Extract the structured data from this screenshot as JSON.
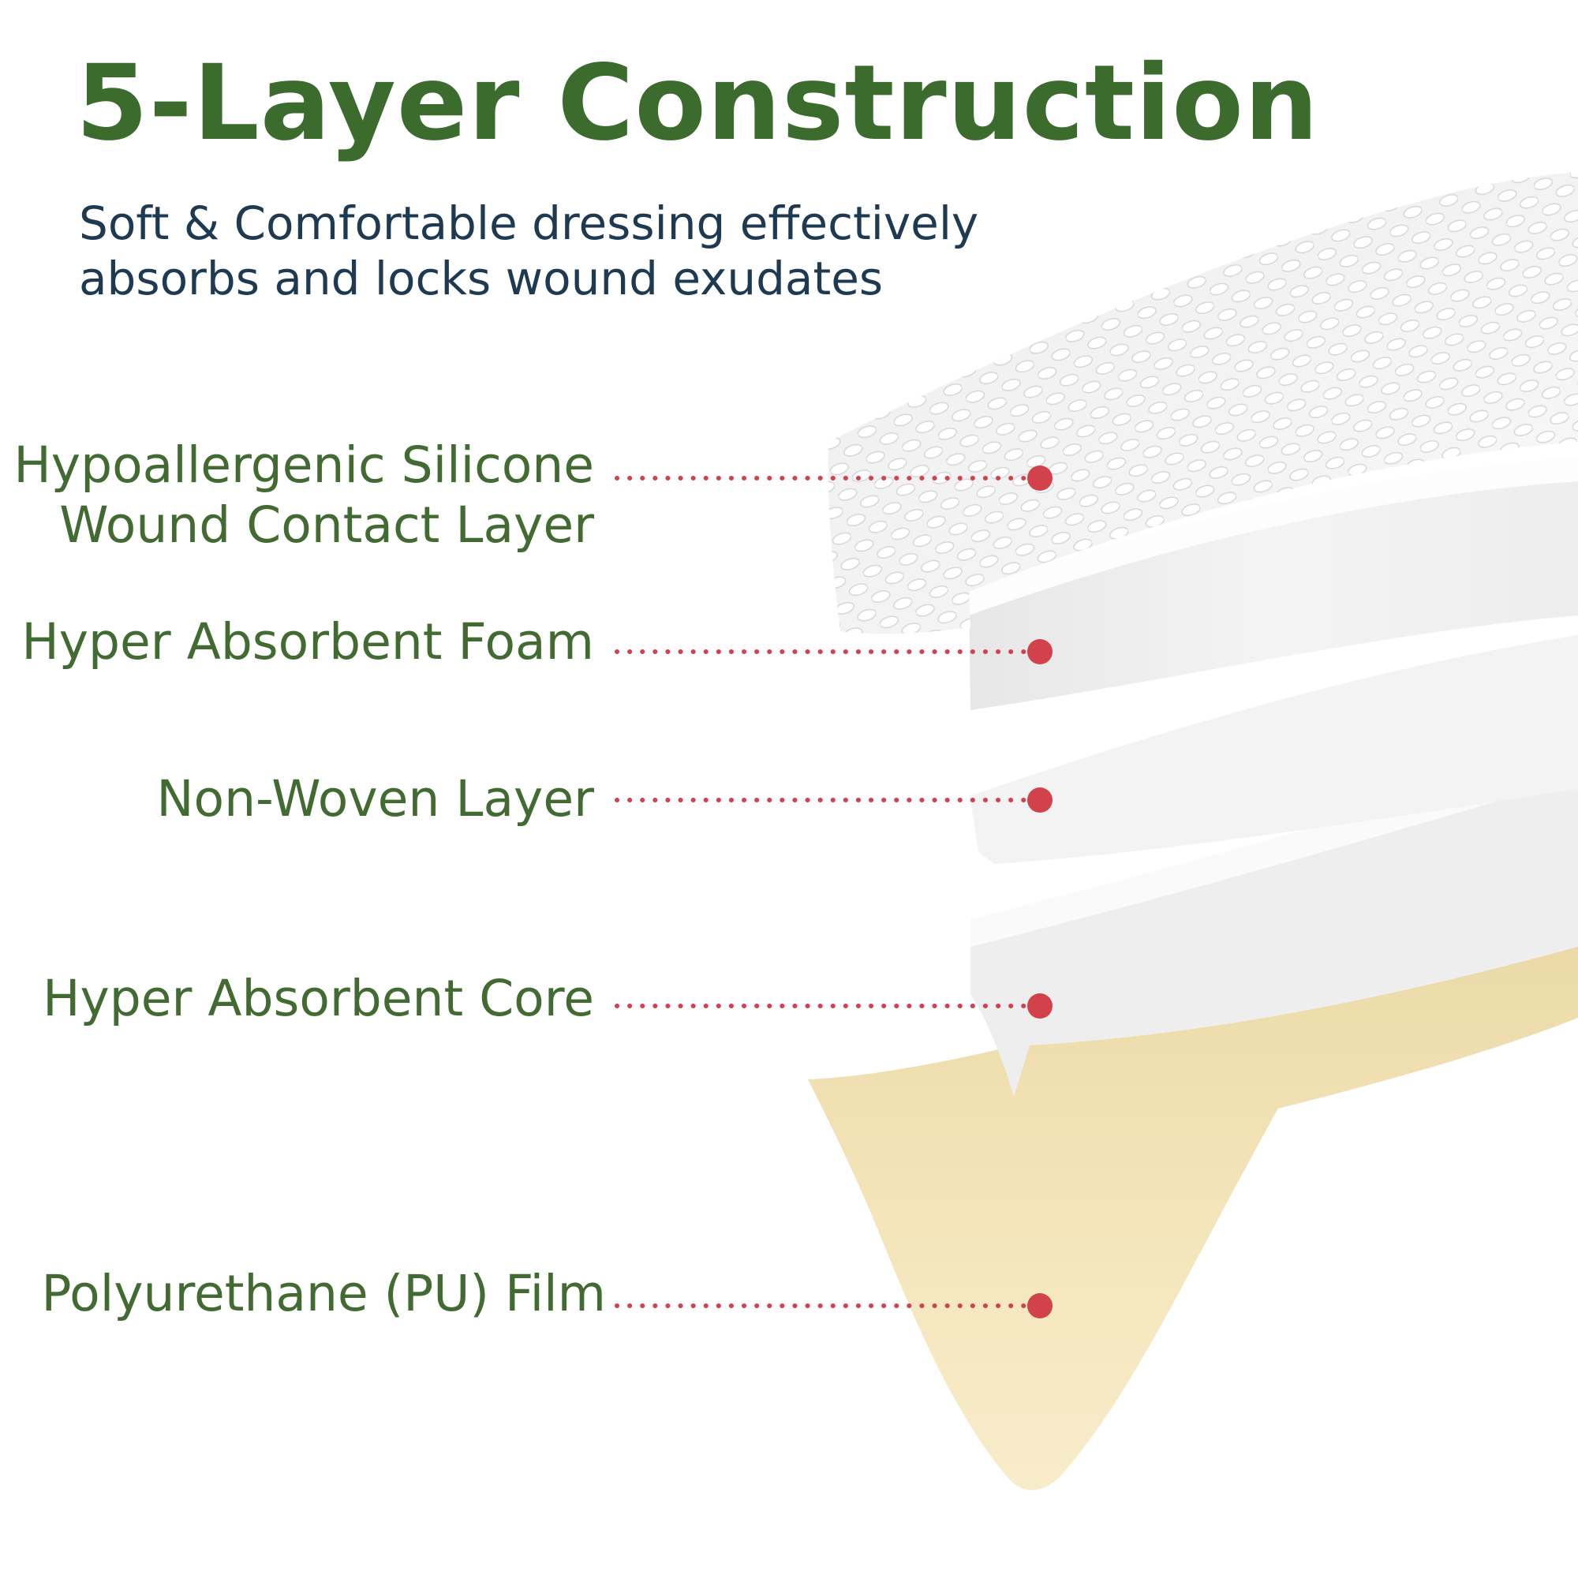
{
  "header": {
    "title": "5-Layer Construction",
    "subtitle": "Soft & Comfortable dressing effectively absorbs and locks wound exudates"
  },
  "layers": [
    {
      "label_line1": "Hypoallergenic Silicone",
      "label_line2": "Wound Contact Layer"
    },
    {
      "label_line1": "Hyper Absorbent Foam"
    },
    {
      "label_line1": "Non-Woven Layer"
    },
    {
      "label_line1": "Hyper Absorbent Core"
    },
    {
      "label_line1": "Polyurethane (PU) Film"
    }
  ],
  "colors": {
    "title": "#3c6b2e",
    "subtitle": "#1e3a52",
    "label": "#426b32",
    "leader": "#d2424a",
    "film": "#f3e2b4",
    "layer_white": "#f1f1f1"
  }
}
